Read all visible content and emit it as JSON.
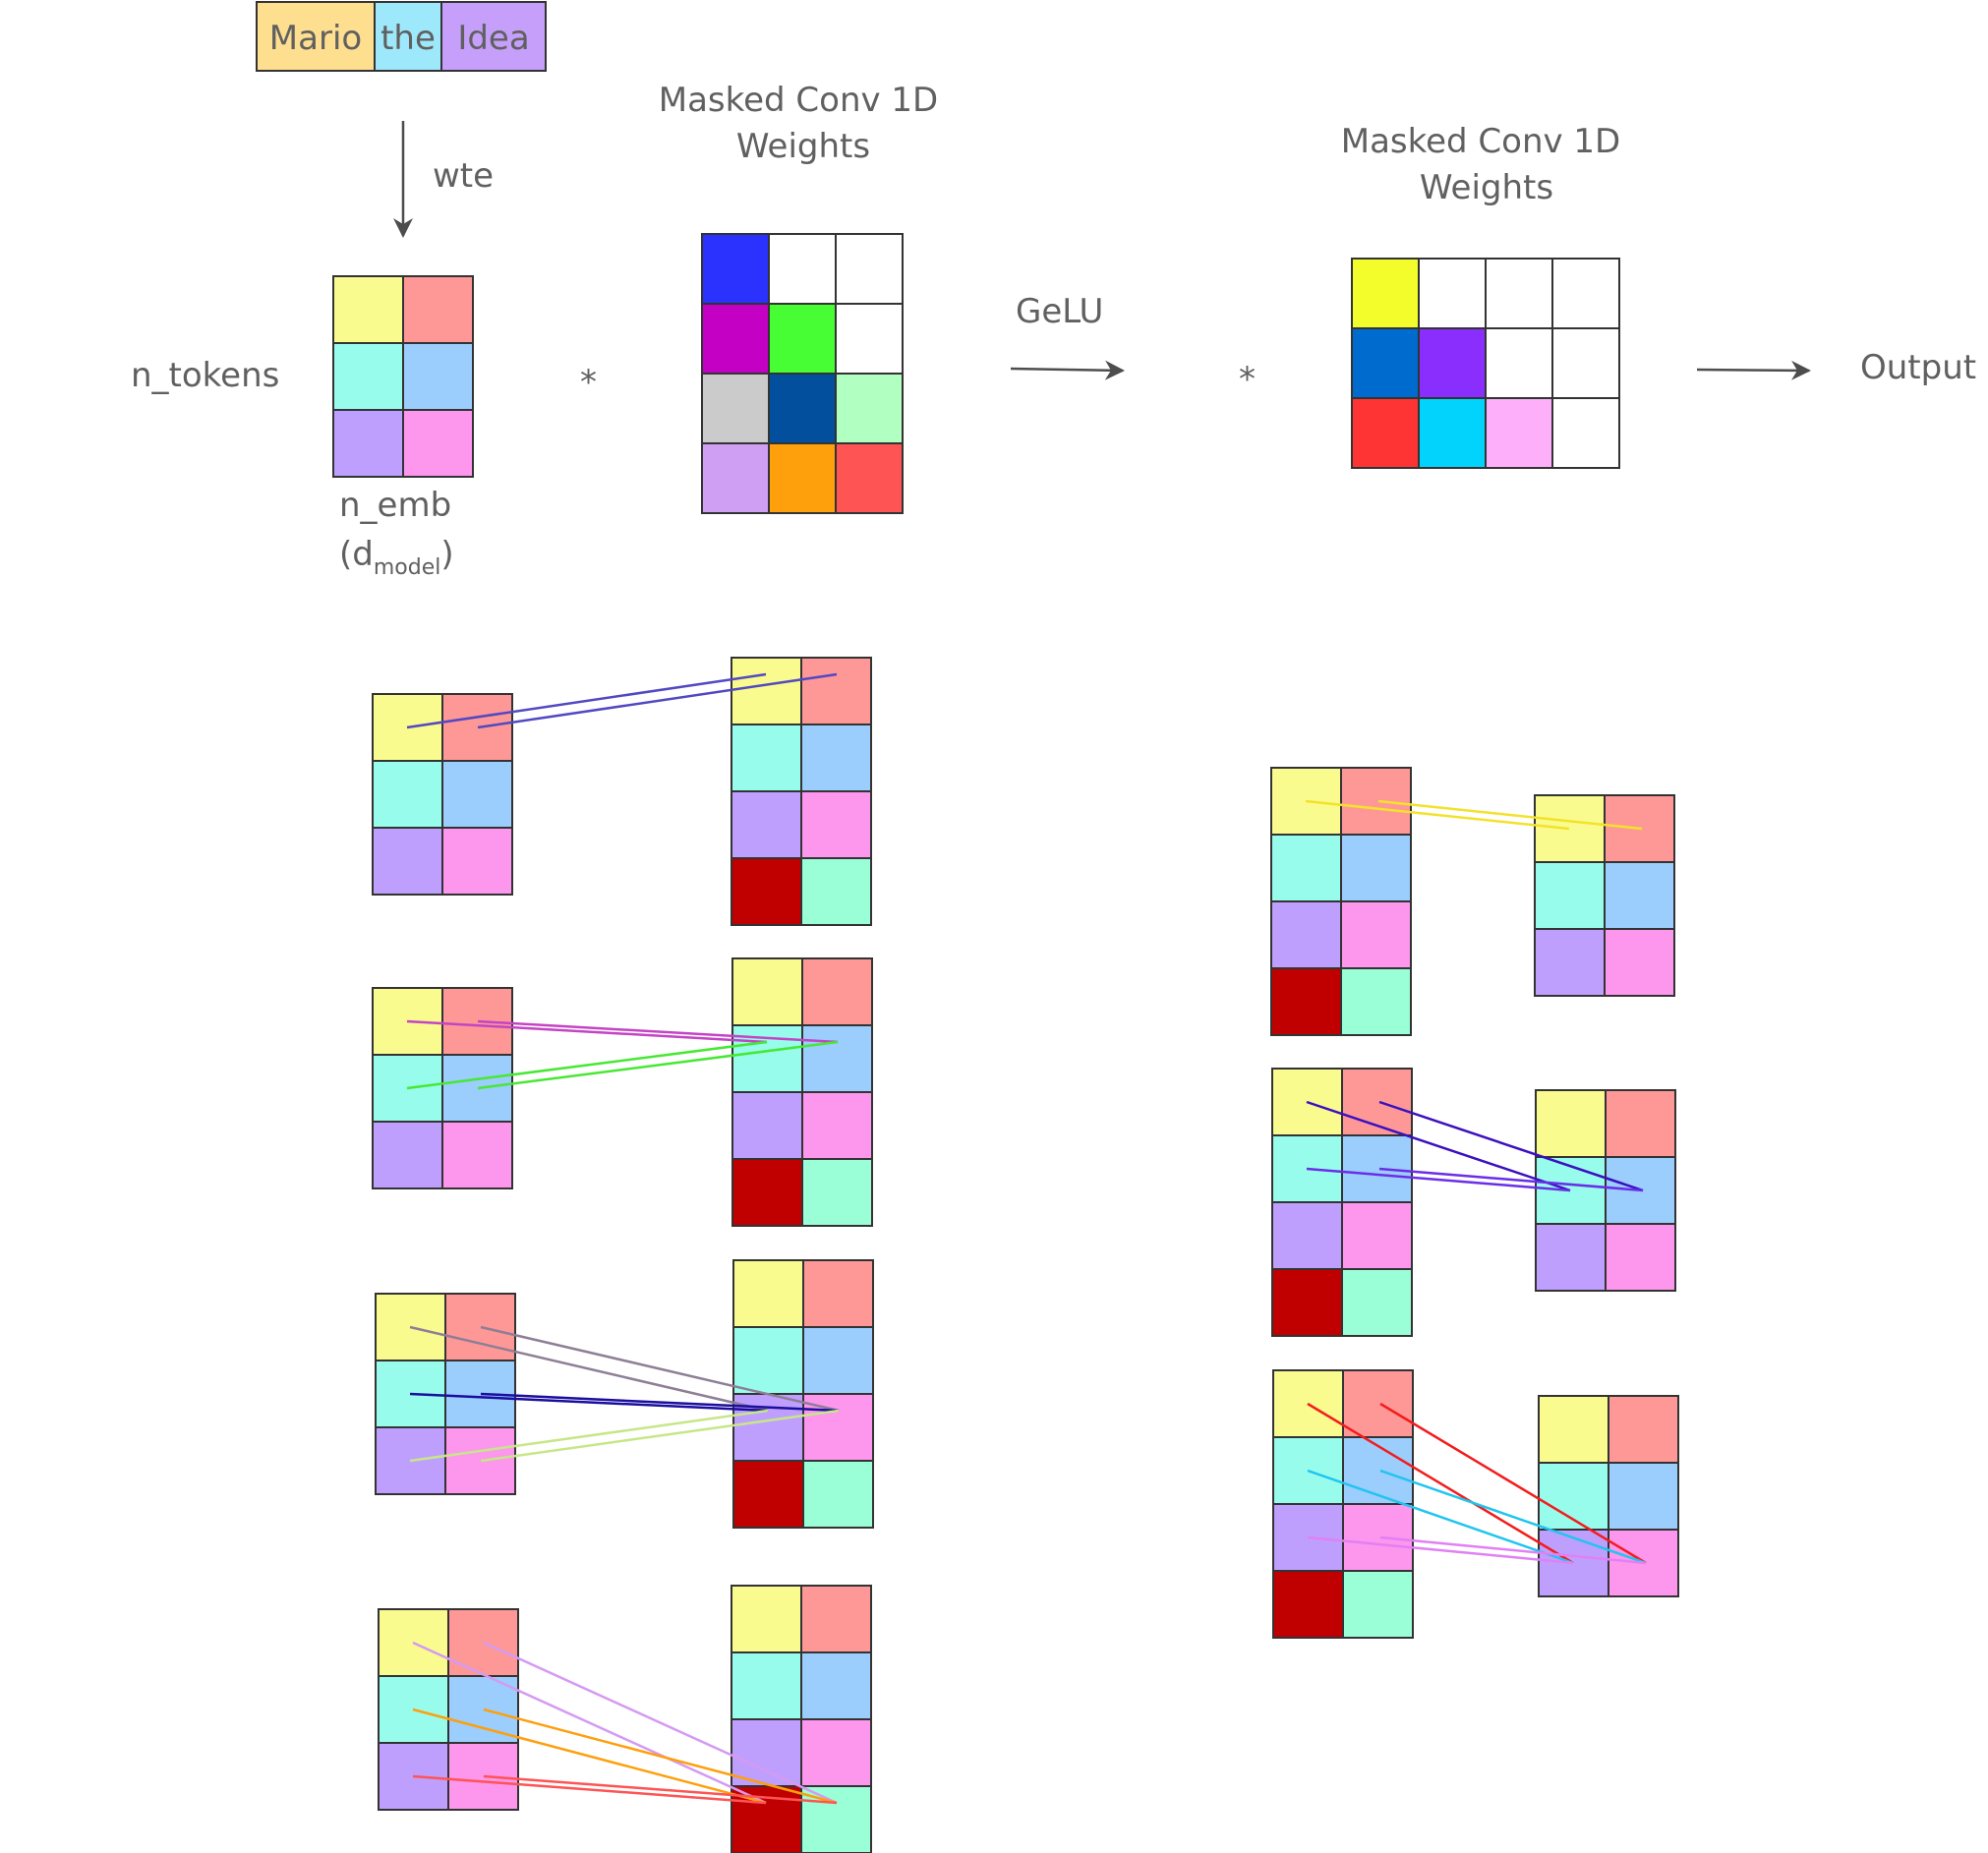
{
  "tokens": [
    {
      "text": "Mario",
      "color": "#fede8f"
    },
    {
      "text": "the",
      "color": "#9ee8fc"
    },
    {
      "text": "Idea",
      "color": "#c69ffa"
    }
  ],
  "labels": {
    "wte": "wte",
    "weights_title_line1": "Masked Conv 1D",
    "weights_title_line2": "Weights",
    "gelu": "GeLU",
    "n_tokens": "n_tokens",
    "n_emb": "n_emb",
    "d_open": "(d",
    "d_sub": "model",
    "d_close": ")",
    "multiply": "*",
    "output": "Output"
  },
  "embedding_colors": [
    [
      "#fafb8e",
      "#fe9897"
    ],
    [
      "#98fcec",
      "#9bcdfd"
    ],
    [
      "#bf9ffd",
      "#fd96ed"
    ]
  ],
  "weights1_colors": [
    [
      "#2b32fe",
      "#ffffff",
      "#ffffff"
    ],
    [
      "#c300c4",
      "#47fe34",
      "#ffffff"
    ],
    [
      "#cbcbcb",
      "#024f9e",
      "#b1ffc1"
    ],
    [
      "#cf9ff3",
      "#fe9f0c",
      "#fe5454"
    ]
  ],
  "weights2_colors": [
    [
      "#f3fd2b",
      "#ffffff",
      "#ffffff",
      "#ffffff"
    ],
    [
      "#006bcf",
      "#8a2efd",
      "#ffffff",
      "#ffffff"
    ],
    [
      "#fe3434",
      "#02d3fd",
      "#fdb0f9",
      "#ffffff"
    ]
  ],
  "result1_colors": [
    [
      "#fafb8e",
      "#fe9897"
    ],
    [
      "#98fcec",
      "#9bcdfd"
    ],
    [
      "#bf9ffd",
      "#fd96ed"
    ],
    [
      "#c00000",
      "#9afed7"
    ]
  ],
  "connection_colors": {
    "left_row1": [
      "#5148c2"
    ],
    "left_row2": [
      "#c444c4",
      "#47e834"
    ],
    "left_row3": [
      "#8e7e96",
      "#1b0e9e",
      "#c6e788"
    ],
    "left_row4": [
      "#d59af2",
      "#fe9f0c",
      "#fe5454"
    ],
    "right_row1": [
      "#f3e22b"
    ],
    "right_row2": [
      "#3a10c0",
      "#6a2ee8"
    ],
    "right_row3": [
      "#f31c1c",
      "#1fc5ef",
      "#e180f5"
    ]
  }
}
